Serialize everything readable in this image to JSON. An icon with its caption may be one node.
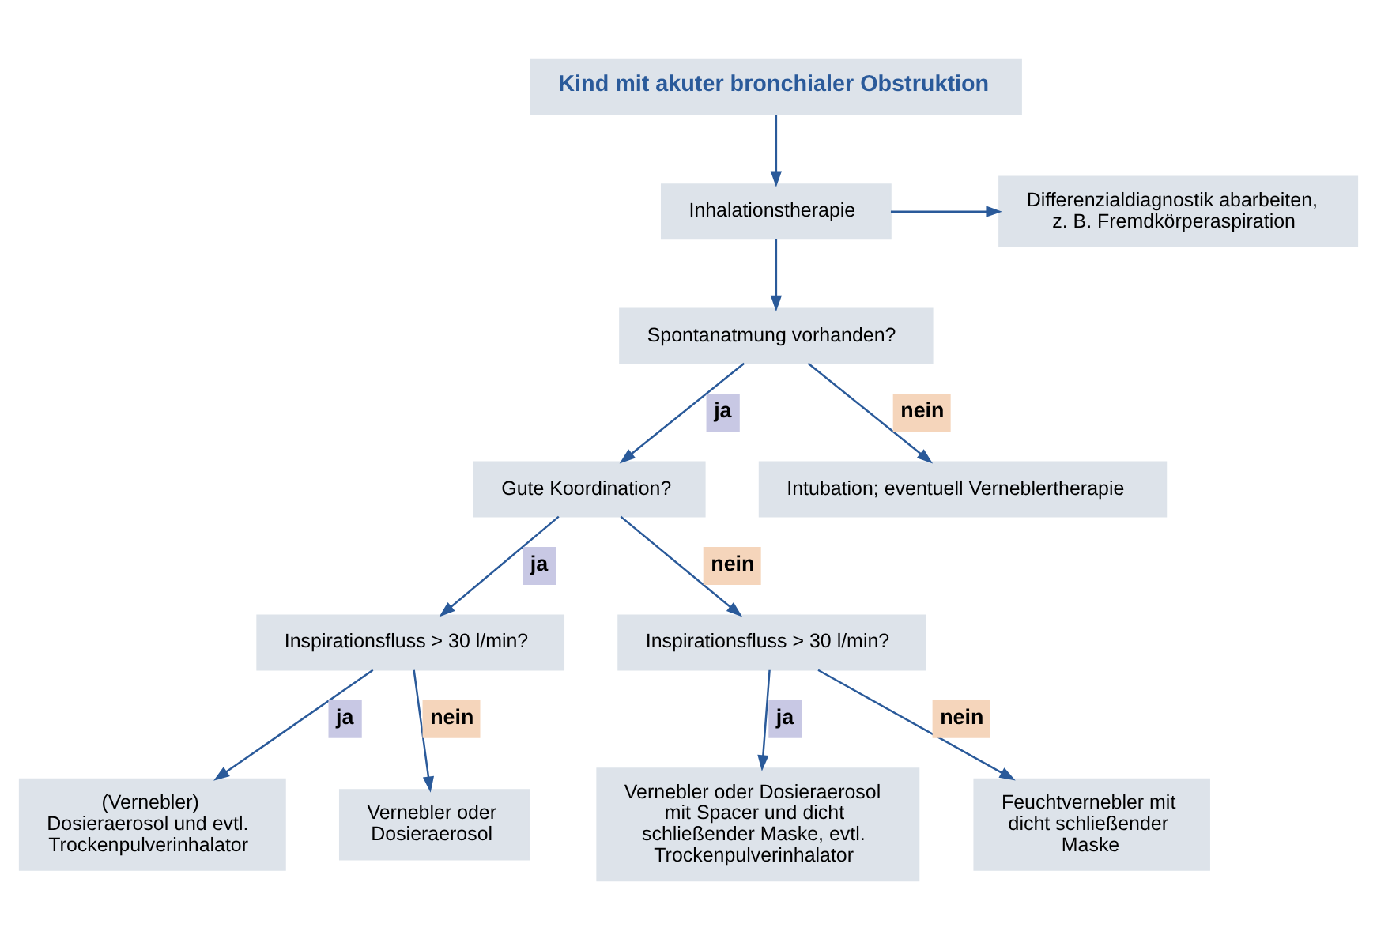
{
  "diagram": {
    "nodes": [
      {
        "text": [
          "Kind mit akuter bronchialer Obstruktion"
        ]
      },
      {
        "text": [
          "Inhalationstherapie"
        ]
      },
      {
        "text": [
          "Differenzialdiagnostik abarbeiten, z. B. Fremdkörperaspiration"
        ]
      },
      {
        "text": [
          "Spontanatmung vorhanden?"
        ]
      },
      {
        "text": [
          "Gute Koordination?"
        ]
      },
      {
        "text": [
          "Intubation; eventuell Verneblertherapie"
        ]
      },
      {
        "text": [
          "Inspirationsfluss > 30 l/min?"
        ]
      },
      {
        "text": [
          "Inspirationsfluss > 30 l/min?"
        ]
      },
      {
        "text": [
          "(Vernebler) Dosieraerosol und evtl. Trockenpulverinhalator"
        ]
      },
      {
        "text": [
          "Vernebler oder Dosieraerosol"
        ]
      },
      {
        "text": [
          "Vernebler oder Dosieraerosol mit Spacer und dicht schließender Maske, evtl. Trockenpulverinhalator"
        ]
      },
      {
        "text": [
          "Feuchtvernebler mit dicht schließender Maske"
        ]
      }
    ],
    "edges": [
      {
        "from": 0,
        "to": 1,
        "arrow": "to"
      },
      {
        "from": 1,
        "to": 2,
        "arrow": "to"
      },
      {
        "from": 1,
        "to": 3,
        "arrow": "to"
      },
      {
        "from": 3,
        "to": 4,
        "arrow": "to",
        "label": "ja"
      },
      {
        "from": 3,
        "to": 5,
        "arrow": "to",
        "label": "nein"
      },
      {
        "from": 4,
        "to": 6,
        "arrow": "to",
        "label": "ja"
      },
      {
        "from": 4,
        "to": 7,
        "arrow": "to",
        "label": "nein"
      },
      {
        "from": 6,
        "to": 8,
        "arrow": "to",
        "label": "ja"
      },
      {
        "from": 6,
        "to": 9,
        "arrow": "to",
        "label": "nein"
      },
      {
        "from": 7,
        "to": 10,
        "arrow": "to",
        "label": "ja"
      },
      {
        "from": 7,
        "to": 11,
        "arrow": "to",
        "label": "nein"
      }
    ]
  }
}
